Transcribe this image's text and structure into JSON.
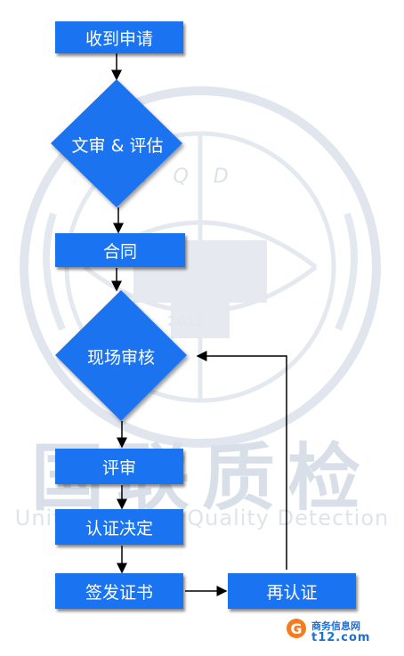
{
  "flow": {
    "receive": "收到申请",
    "review": "文审 & 评估",
    "contract": "合同",
    "onsite": "现场审核",
    "evaluate": "评审",
    "decision": "认证决定",
    "issue": "签发证书",
    "recert": "再认证"
  },
  "watermark": {
    "letters": "NQD",
    "year": "2011",
    "chinese": "国联质检",
    "english": "United Testing Quality Detection"
  },
  "logo": {
    "chinese": "商务信息网",
    "english": "t12.com",
    "colors": {
      "orange": "#f47b20",
      "blue": "#1b6fd8"
    }
  },
  "colors": {
    "box": "#1a73f0",
    "arrow": "#000000",
    "watermark": "#d9dfe8"
  }
}
